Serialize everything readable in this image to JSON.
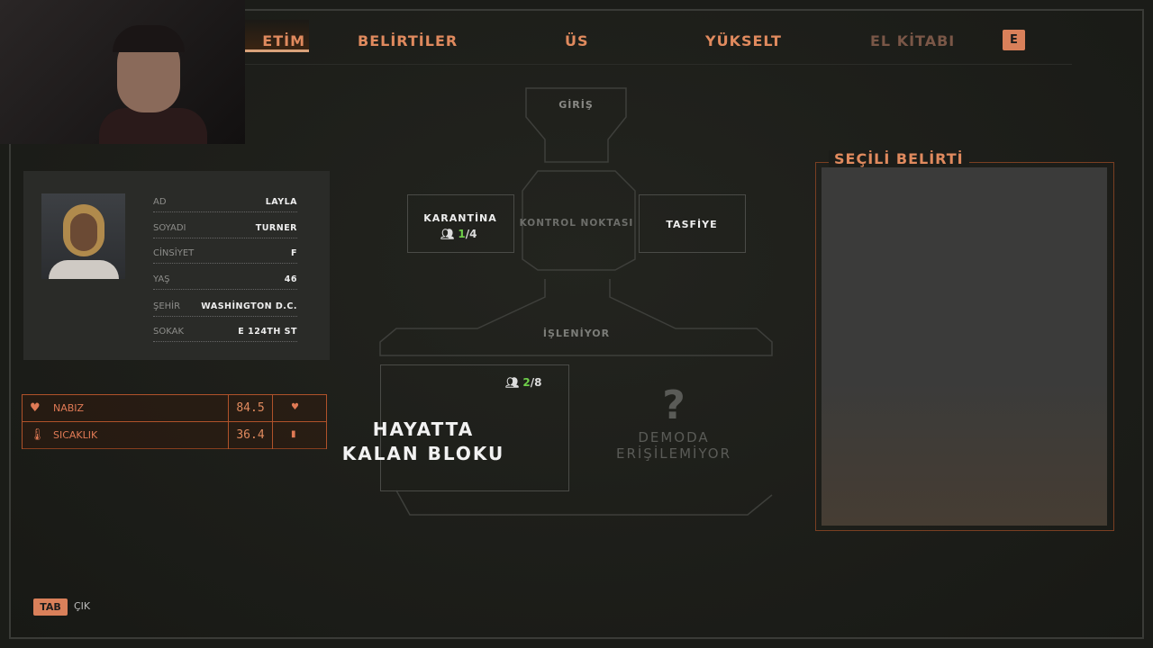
{
  "nav": {
    "tabs": [
      {
        "label": "ETİM",
        "active": true
      },
      {
        "label": "BELİRTİLER"
      },
      {
        "label": "ÜS"
      },
      {
        "label": "YÜKSELT"
      },
      {
        "label": "EL KİTABI",
        "dim": true
      }
    ],
    "next_key": "E"
  },
  "profile": {
    "fields": [
      {
        "label": "AD",
        "value": "LAYLA"
      },
      {
        "label": "SOYADI",
        "value": "TURNER"
      },
      {
        "label": "CİNSİYET",
        "value": "F"
      },
      {
        "label": "YAŞ",
        "value": "46"
      },
      {
        "label": "ŞEHİR",
        "value": "WASHİNGTON D.C."
      },
      {
        "label": "SOKAK",
        "value": "E 124TH ST"
      }
    ]
  },
  "vitals": [
    {
      "label": "NABIZ",
      "value": "84.5",
      "icon": "heart-icon"
    },
    {
      "label": "SICAKLIK",
      "value": "36.4",
      "icon": "thermometer-icon"
    }
  ],
  "map": {
    "entry": "GİRİŞ",
    "checkpoint": "KONTROL NOKTASI",
    "quarantine": {
      "label": "KARANTİNA",
      "current": "1",
      "capacity": "/4"
    },
    "disposal": "TASFİYE",
    "processing": "İŞLENİYOR",
    "survivor_block": {
      "label_line1": "HAYATTA",
      "label_line2": "KALAN BLOKU",
      "current": "2",
      "capacity": "/8"
    },
    "locked": {
      "mark": "?",
      "line1": "DEMODA",
      "line2": "ERİŞİLEMİYOR"
    }
  },
  "selected": {
    "title": "SEÇİLİ BELİRTİ"
  },
  "footer": {
    "key": "TAB",
    "label": "ÇIK"
  },
  "colors": {
    "accent": "#e08a5e",
    "green": "#6fcf4a"
  }
}
